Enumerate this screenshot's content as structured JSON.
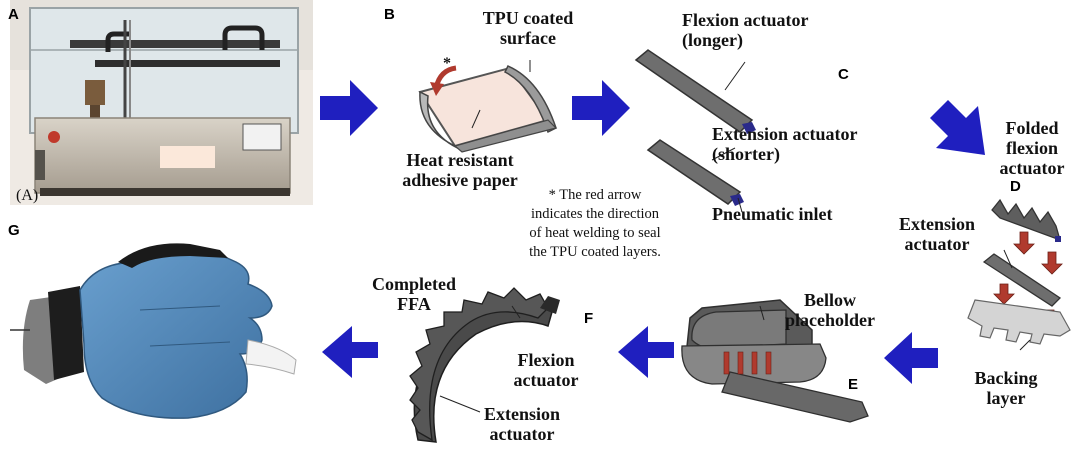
{
  "panels": {
    "a": "A",
    "b": "B",
    "c": "C",
    "d": "D",
    "e": "E",
    "f": "F",
    "g": "G"
  },
  "photo_a_caption": "(A)",
  "colors": {
    "arrow": "#1f1fbf",
    "actuator": "#6e6e6e",
    "red_arrow": "#b03a2e",
    "glove": "#4f88bd"
  },
  "labels": {
    "tpu_coated_1": "TPU coated",
    "tpu_coated_2": "surface",
    "asterisk": "*",
    "heat_resistant_1": "Heat resistant",
    "heat_resistant_2": "adhesive paper",
    "flexion_long_1": "Flexion actuator",
    "flexion_long_2": "(longer)",
    "extension_short_1": "Extension actuator",
    "extension_short_2": "(shorter)",
    "pneumatic_inlet": "Pneumatic inlet",
    "folded_1": "Folded",
    "folded_2": "flexion",
    "folded_3": "actuator",
    "extension_d_1": "Extension",
    "extension_d_2": "actuator",
    "backing_1": "Backing",
    "backing_2": "layer",
    "bellow_1": "Bellow",
    "bellow_2": "placeholder",
    "completed_1": "Completed",
    "completed_2": "FFA",
    "flexion_f_1": "Flexion",
    "flexion_f_2": "actuator",
    "extension_f_1": "Extension",
    "extension_f_2": "actuator"
  },
  "note": {
    "line1": "* The red arrow",
    "line2": "indicates the direction",
    "line3": "of heat welding to seal",
    "line4": "the TPU coated layers."
  }
}
